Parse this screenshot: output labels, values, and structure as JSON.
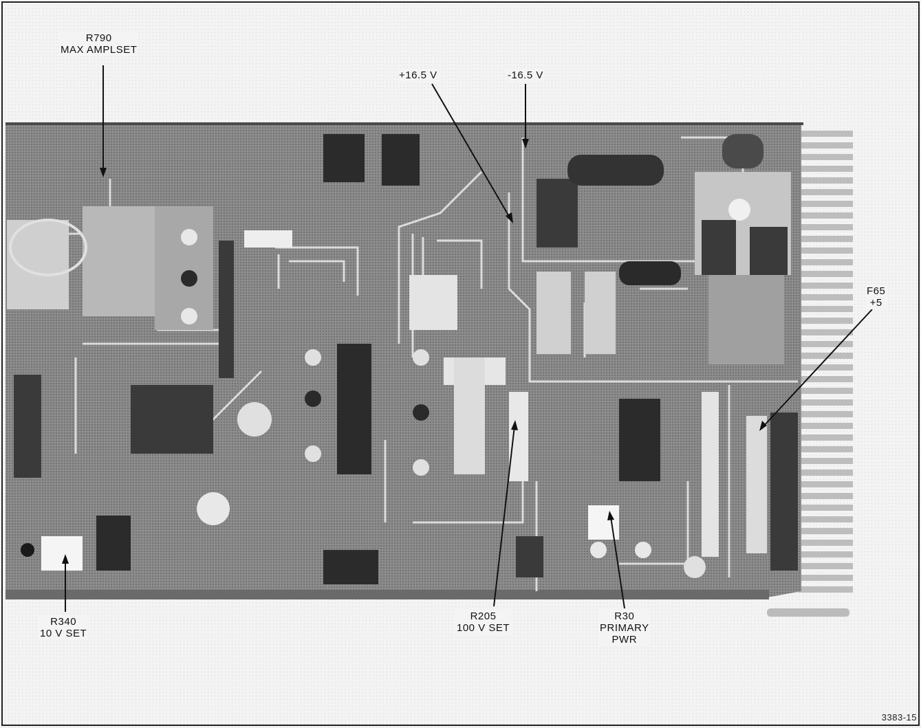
{
  "callouts": {
    "r790": {
      "line1": "R790",
      "line2": "MAX AMPLSET"
    },
    "plus165": {
      "line1": "+16.5 V"
    },
    "minus165": {
      "line1": "-16.5 V"
    },
    "f65": {
      "line1": "F65",
      "line2": "+5"
    },
    "r340": {
      "line1": "R340",
      "line2": "10 V SET"
    },
    "r205": {
      "line1": "R205",
      "line2": "100 V SET"
    },
    "r30": {
      "line1": "R30",
      "line2": "PRIMARY",
      "line3": "PWR"
    }
  },
  "figure_number": "3383-15",
  "colors": {
    "board": "#8a8a8a",
    "background": "#f2f2f2",
    "trace": "#d9d9d9",
    "edge_connector": "#bdbdbd"
  }
}
